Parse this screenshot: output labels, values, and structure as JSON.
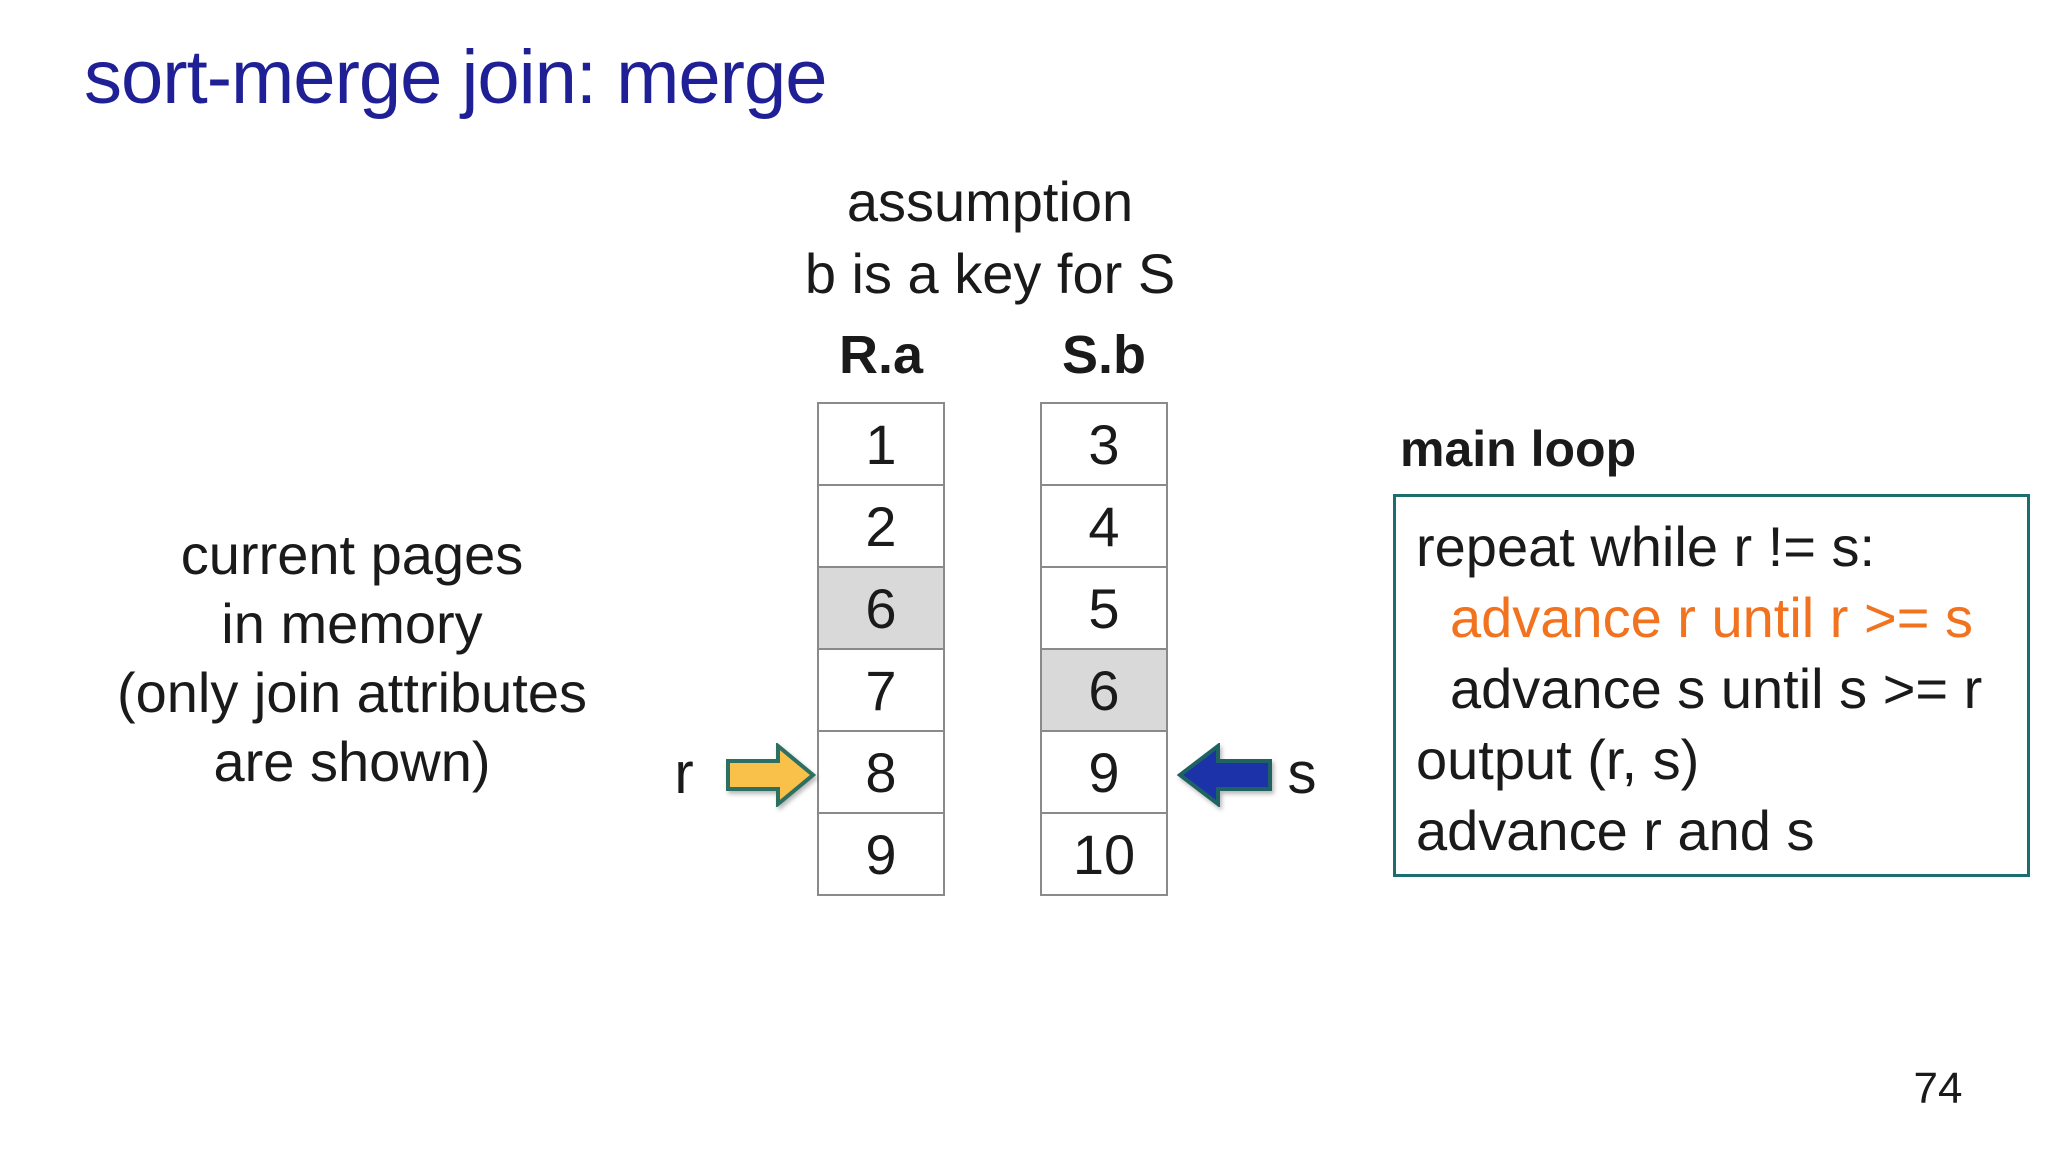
{
  "slide": {
    "title": "sort-merge join: merge",
    "page_number": "74",
    "assumption": {
      "line1": "assumption",
      "line2": "b is a key for S"
    },
    "memory_note": {
      "line1": "current pages",
      "line2": "in memory",
      "line3": "(only join attributes",
      "line4": "are shown)"
    },
    "columns": [
      {
        "header": "R.a",
        "values": [
          "1",
          "2",
          "6",
          "7",
          "8",
          "9"
        ],
        "highlighted_index": 2
      },
      {
        "header": "S.b",
        "values": [
          "3",
          "4",
          "5",
          "6",
          "9",
          "10"
        ],
        "highlighted_index": 3
      }
    ],
    "pointers": {
      "r_label": "r",
      "s_label": "s"
    },
    "main_loop": {
      "label": "main loop",
      "lines": [
        {
          "text": "repeat while r != s:",
          "indent": false,
          "color": "black"
        },
        {
          "text": "advance r until r >= s",
          "indent": true,
          "color": "orange"
        },
        {
          "text": "advance s until s >= r",
          "indent": true,
          "color": "black"
        },
        {
          "text": "output (r, s)",
          "indent": false,
          "color": "black"
        },
        {
          "text": "advance r and s",
          "indent": false,
          "color": "black"
        }
      ]
    },
    "colors": {
      "title_color": "#1f1f96",
      "accent_orange": "#f1731f",
      "box_border": "#1b6e6d",
      "cell_highlight": "#d9d9d9",
      "cell_border": "#8a8a8a",
      "arrow_gold_fill": "#f9c14a",
      "arrow_gold_stroke": "#2e6f63",
      "arrow_blue_fill": "#1b32a8",
      "arrow_blue_stroke": "#1e6362"
    }
  }
}
